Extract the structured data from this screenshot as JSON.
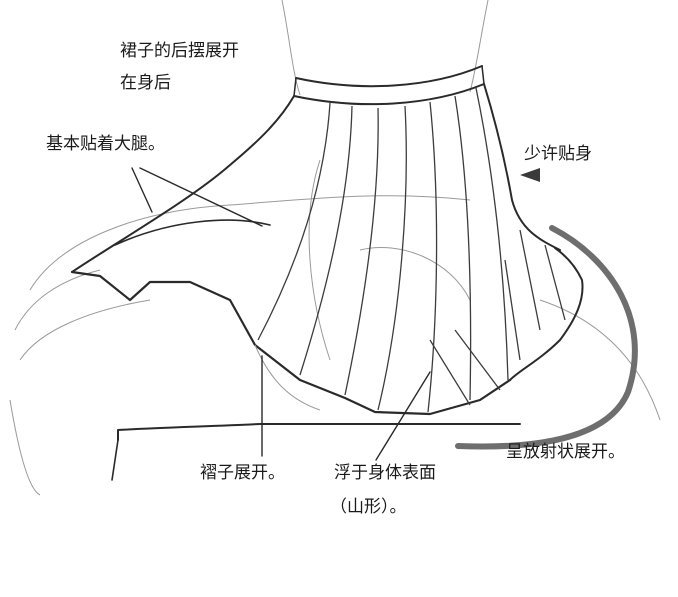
{
  "labels": {
    "back_hem": "裙子的后摆展开",
    "back_hem_line2": "在身后",
    "thigh": "基本贴着大腿。",
    "slight": "少许贴身",
    "pleats_open": "褶子展开。",
    "float": "浮于身体表面",
    "float_line2": "（山形）。",
    "radial": "呈放射状展开。"
  },
  "colors": {
    "ink": "#2a2a2a",
    "arc": "#6e6e6e",
    "pencil": "#9a9a9a"
  }
}
